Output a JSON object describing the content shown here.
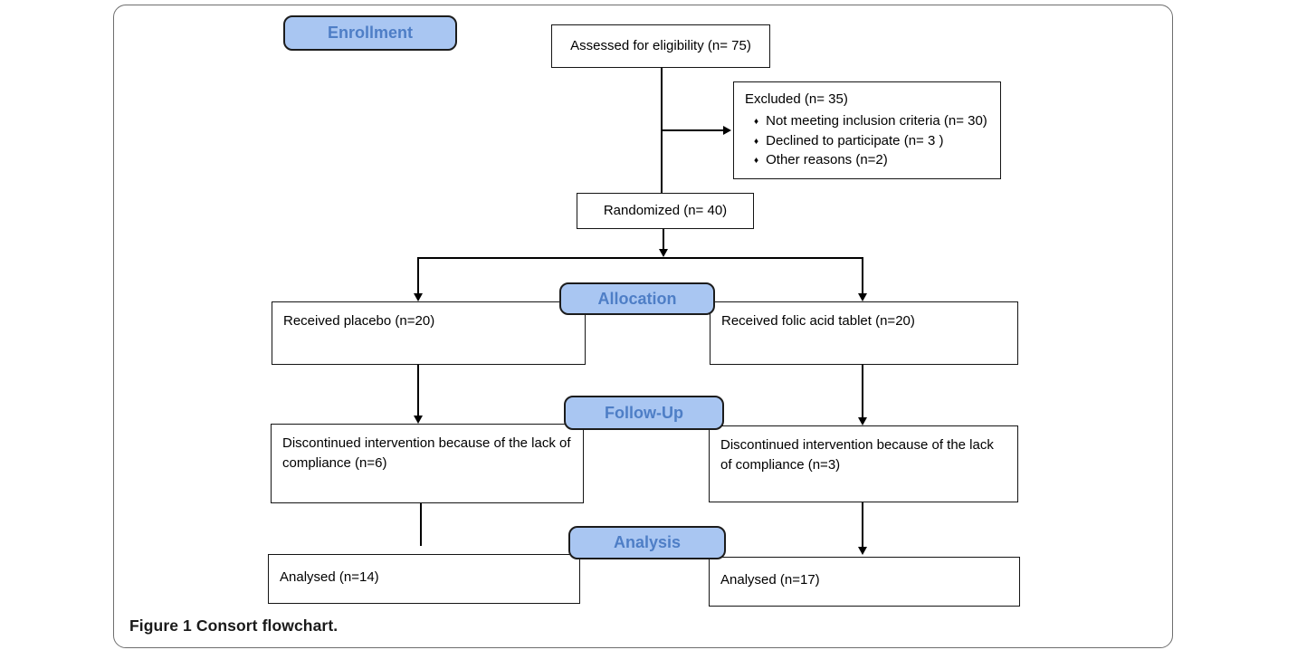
{
  "figure": {
    "caption_label": "Figure 1",
    "caption_text": " Consort flowchart."
  },
  "stages": {
    "enrollment": "Enrollment",
    "allocation": "Allocation",
    "followup": "Follow-Up",
    "analysis": "Analysis"
  },
  "nodes": {
    "assessed": "Assessed for eligibility (n= 75)",
    "excluded_title": "Excluded (n= 35)",
    "excluded_items": [
      "Not meeting inclusion criteria (n= 30)",
      "Declined to participate (n= 3 )",
      "Other reasons (n=2)"
    ],
    "randomized": "Randomized (n= 40)",
    "alloc_left": "Received placebo (n=20)",
    "alloc_right": "Received folic acid tablet (n=20)",
    "followup_left": "Discontinued intervention because of the lack of compliance (n=6)",
    "followup_right": "Discontinued intervention because of the lack of compliance (n=3)",
    "analysis_left": "Analysed (n=14)",
    "analysis_right": "Analysed (n=17)"
  },
  "icons": {
    "bullet_glyph": "♦"
  },
  "colors": {
    "stage_fill": "#a9c6f2",
    "stage_border": "#1c1c1c",
    "stage_text": "#4e7ec6",
    "box_border": "#141414",
    "line": "#000000"
  }
}
